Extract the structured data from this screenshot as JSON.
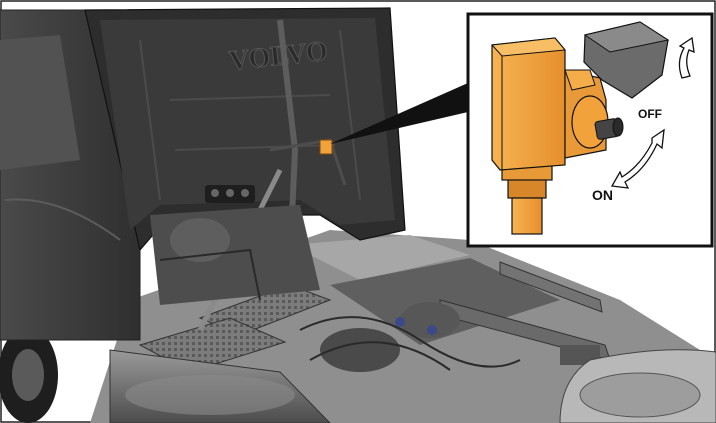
{
  "image": {
    "brand_lettering": "VOLVO"
  },
  "inset": {
    "switch_labels": {
      "off": "OFF",
      "on": "ON"
    }
  },
  "colors": {
    "switch_body": "#f2a23a",
    "switch_shadow": "#d8862a",
    "cover": "#6b6b6b",
    "truck_dark": "#3c3c3c",
    "truck_mid": "#6e6e6e",
    "truck_light": "#a9a9a9",
    "frame_border": "#222222"
  },
  "icons": [
    "rotate-arrow-icon",
    "lift-arrow-icon"
  ]
}
